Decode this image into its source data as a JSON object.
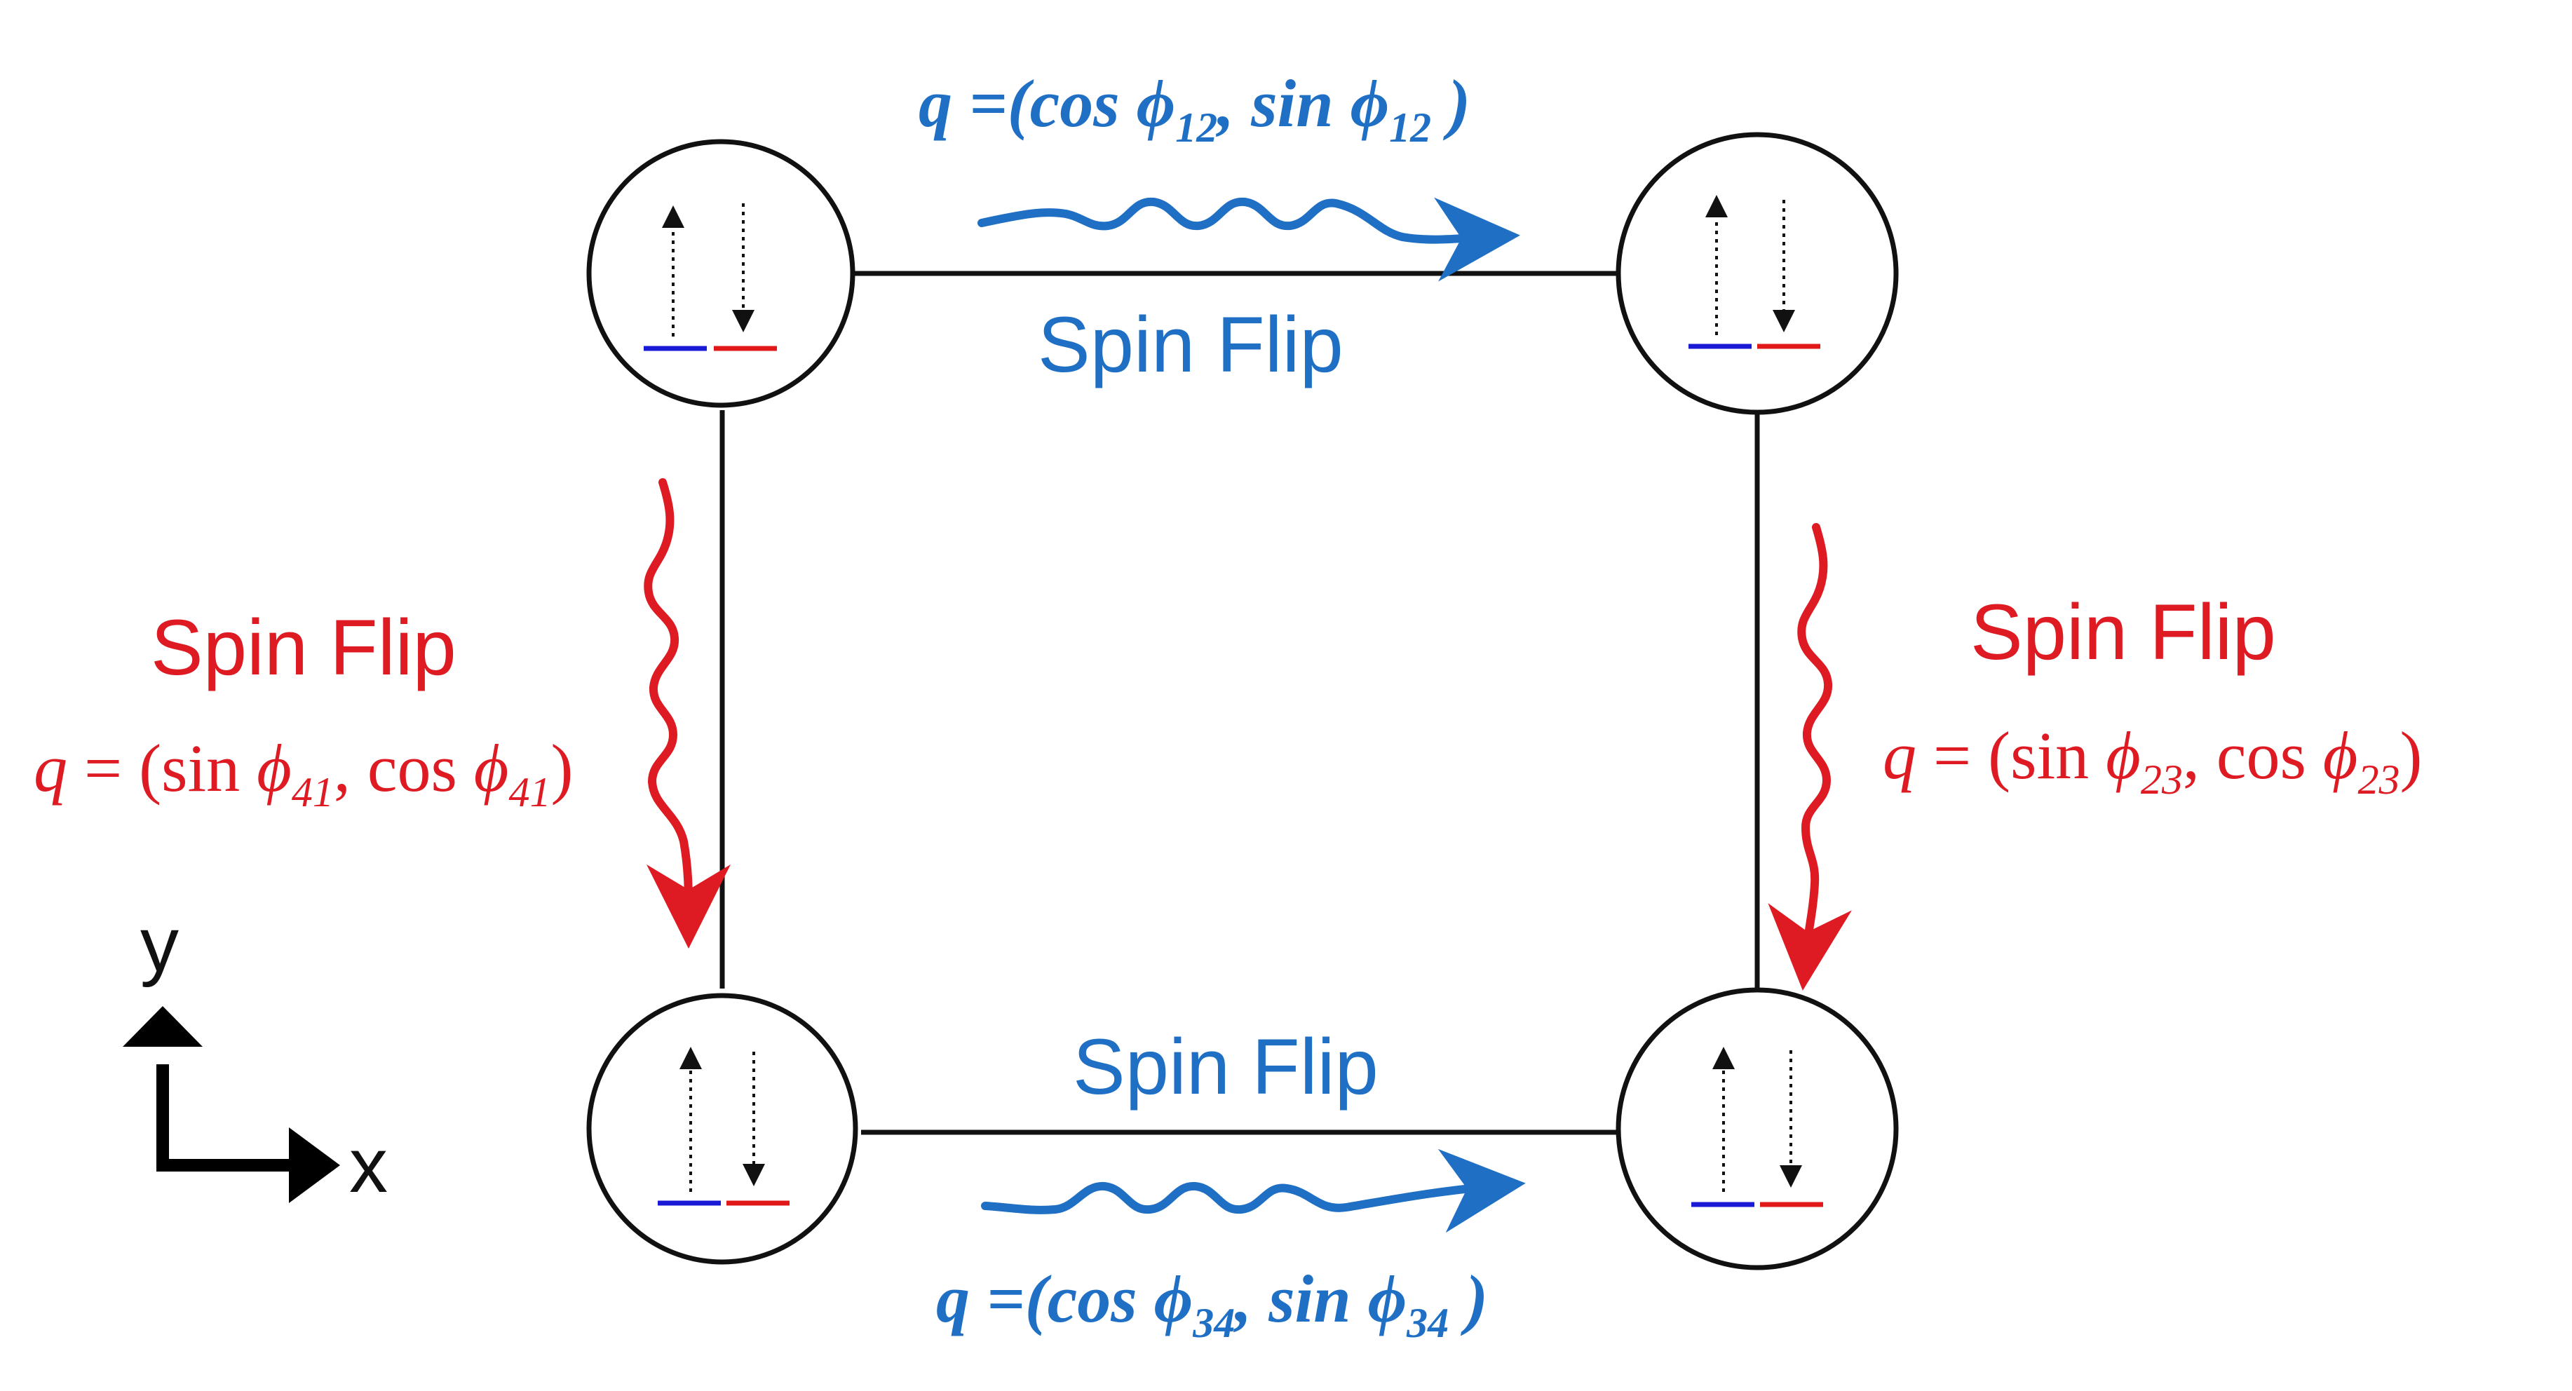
{
  "colors": {
    "blue": "#1f6fc4",
    "red": "#de1b23",
    "line": "#111111",
    "level_blue": "#1a1ad6",
    "level_red": "#e01818"
  },
  "top": {
    "spin_flip": "Spin Flip",
    "q_var": "q",
    "q_eq": " =(cos ",
    "phi1": "ϕ",
    "sub1": "12",
    "mid": ", sin ",
    "phi2": "ϕ",
    "sub2": "12",
    "close": " )"
  },
  "bottom": {
    "spin_flip": "Spin Flip",
    "q_var": "q",
    "q_eq": " =(cos ",
    "phi1": "ϕ",
    "sub1": "34",
    "mid": ", sin ",
    "phi2": "ϕ",
    "sub2": "34",
    "close": " )"
  },
  "left": {
    "spin_flip": "Spin Flip",
    "q_var": "q",
    "q_eq": " = (sin ",
    "phi1": "ϕ",
    "sub1": "41",
    "mid": ", cos ",
    "phi2": "ϕ",
    "sub2": "41",
    "close": ")"
  },
  "right": {
    "spin_flip": "Spin Flip",
    "q_var": "q",
    "q_eq": " = (sin ",
    "phi1": "ϕ",
    "sub1": "23",
    "mid": ", cos ",
    "phi2": "ϕ",
    "sub2": "23",
    "close": ")"
  },
  "axes": {
    "x_label": "x",
    "y_label": "y"
  }
}
